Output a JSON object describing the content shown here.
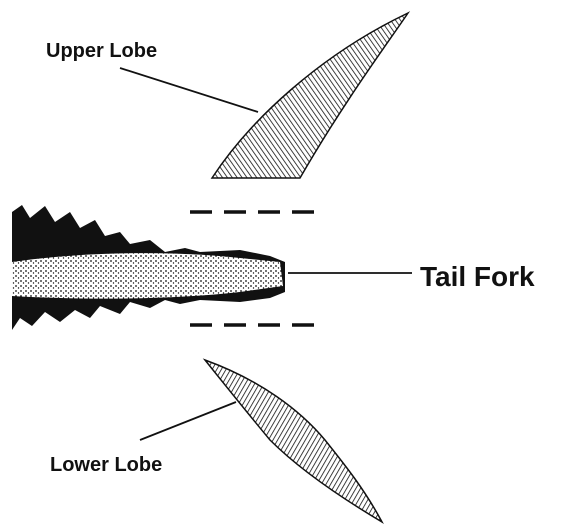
{
  "labels": {
    "upper_lobe": "Upper Lobe",
    "lower_lobe": "Lower Lobe",
    "tail_fork": "Tail Fork"
  },
  "colors": {
    "ink": "#111111",
    "background": "#ffffff"
  }
}
